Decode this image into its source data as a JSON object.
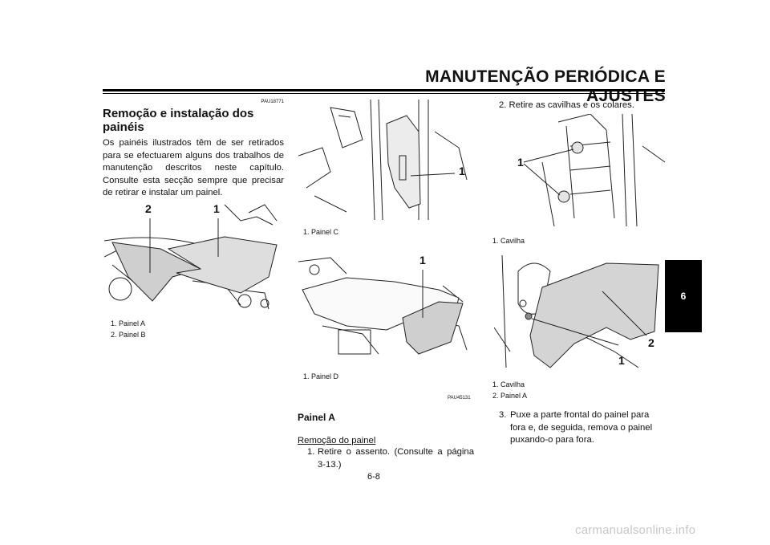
{
  "header": {
    "title": "MANUTENÇÃO PERIÓDICA E AJUSTES"
  },
  "col1": {
    "ref_code": "PAU18771",
    "title": "Remoção e instalação dos painéis",
    "body": "Os painéis ilustrados têm de ser retirados para se efectuarem alguns dos trabalhos de manutenção descritos neste capítulo. Consulte esta secção sempre que precisar de retirar e instalar um painel.",
    "figure_callouts": [
      "2",
      "1"
    ],
    "captions": [
      "1. Painel A",
      "2. Painel B"
    ]
  },
  "col2": {
    "fig1_callouts": [
      "1"
    ],
    "fig1_caption": "1. Painel C",
    "fig2_callouts": [
      "1"
    ],
    "fig2_caption": "1. Painel D",
    "ref_code": "PAU45131",
    "subtitle": "Painel A",
    "underline": "Remoção do painel",
    "step1_num": "1.",
    "step1_text": "Retire o assento. (Consulte a página 3-13.)"
  },
  "col3": {
    "step2": "2. Retire as cavilhas e os colares.",
    "fig1_callouts": [
      "1"
    ],
    "fig1_caption": "1. Cavilha",
    "fig2_callouts": [
      "2",
      "1"
    ],
    "fig2_captions": [
      "1. Cavilha",
      "2. Painel A"
    ],
    "step3_num": "3.",
    "step3_text": "Puxe a parte frontal do painel para fora e, de seguida, remova o painel puxando-o para fora."
  },
  "tab": {
    "label": "6"
  },
  "page_number": "6-8",
  "watermark": "carmanualsonline.info"
}
